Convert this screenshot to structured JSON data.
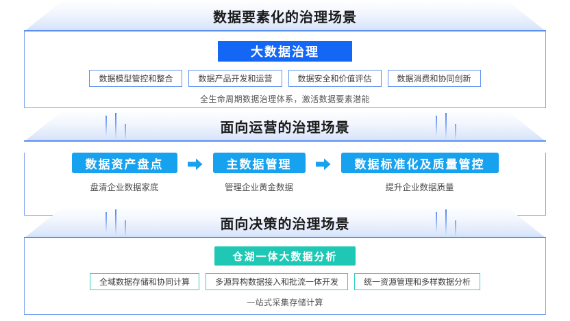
{
  "theme": {
    "primary_blue": "#1466f5",
    "sky_blue": "#17a2f0",
    "teal": "#1fc8b4",
    "border_blue": "#5b8ff0",
    "border_teal": "#2ecfbc"
  },
  "sections": [
    {
      "id": "governance-of-data-elements",
      "title": "数据要素化的治理场景",
      "pill": {
        "label": "大数据治理",
        "style": "blue"
      },
      "chips": [
        "数据模型管控和整合",
        "数据产品开发和运营",
        "数据安全和价值评估",
        "数据消费和协同创新"
      ],
      "caption": "全生命周期数据治理体系，激活数据要素潜能"
    },
    {
      "id": "operations-oriented-governance",
      "title": "面向运营的治理场景",
      "steps": [
        {
          "label": "数据资产盘点",
          "caption": "盘清企业数据家底"
        },
        {
          "label": "主数据管理",
          "caption": "管理企业黄金数据"
        },
        {
          "label": "数据标准化及质量管控",
          "caption": "提升企业数据质量"
        }
      ],
      "arrow_icon": "arrow-right-icon"
    },
    {
      "id": "decision-oriented-governance",
      "title": "面向决策的治理场景",
      "pill": {
        "label": "仓湖一体大数据分析",
        "style": "teal"
      },
      "chips": [
        "全域数据存储和协同计算",
        "多源异构数据接入和批流一体开发",
        "统一资源管理和多样数据分析"
      ],
      "caption": "一站式采集存储计算"
    }
  ]
}
